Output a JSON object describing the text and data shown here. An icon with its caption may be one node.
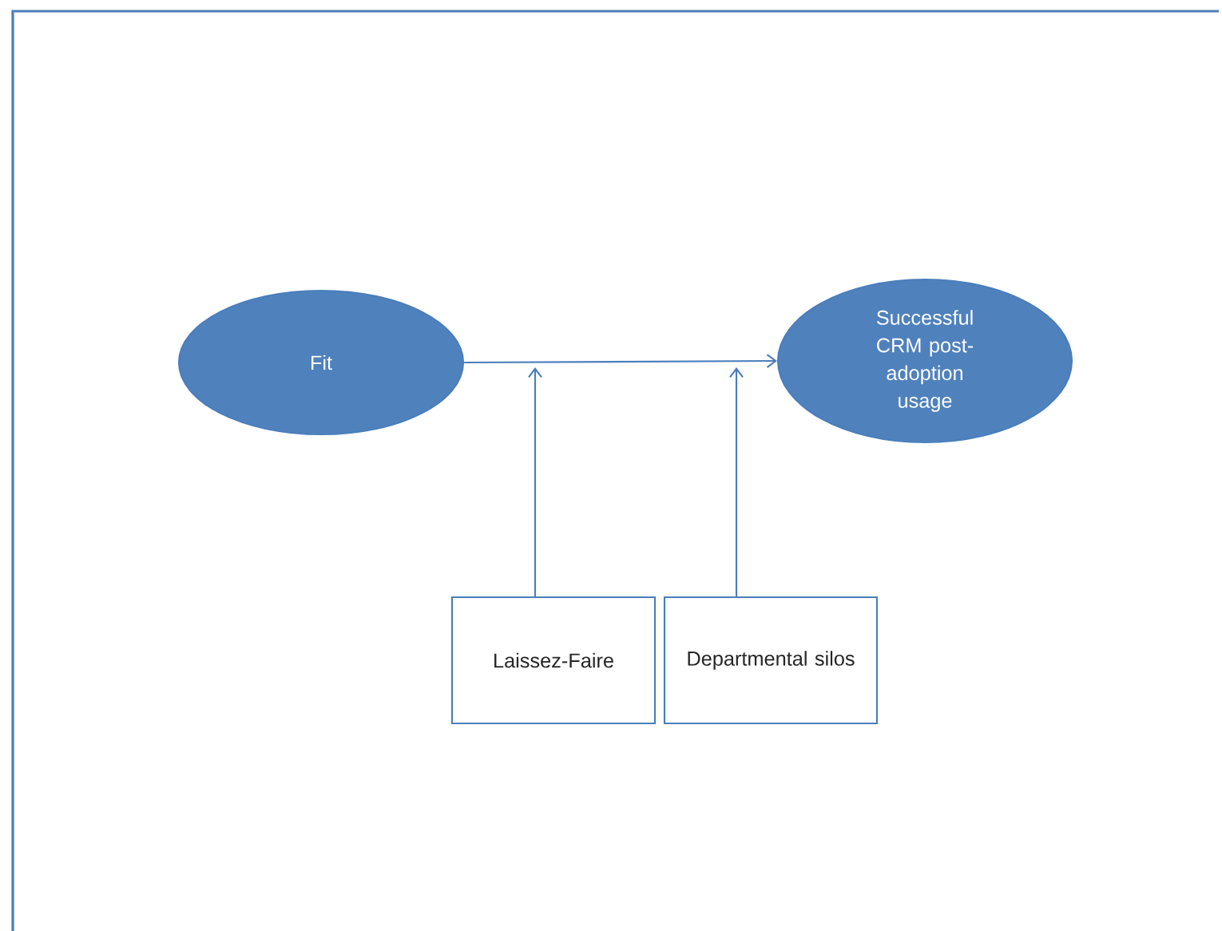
{
  "diagram": {
    "nodes": [
      {
        "text": [
          "Fit"
        ]
      },
      {
        "text": [
          "Successful CRM post-adoption usage"
        ]
      },
      {
        "text": [
          "Laissez-Faire"
        ]
      },
      {
        "text": [
          "Departmental silos"
        ]
      }
    ],
    "edges": [
      {
        "from": 0,
        "to": 1,
        "arrow": "to"
      },
      {
        "from": 2,
        "to": null,
        "arrow": "to"
      },
      {
        "from": 3,
        "to": null,
        "arrow": "to"
      }
    ]
  }
}
